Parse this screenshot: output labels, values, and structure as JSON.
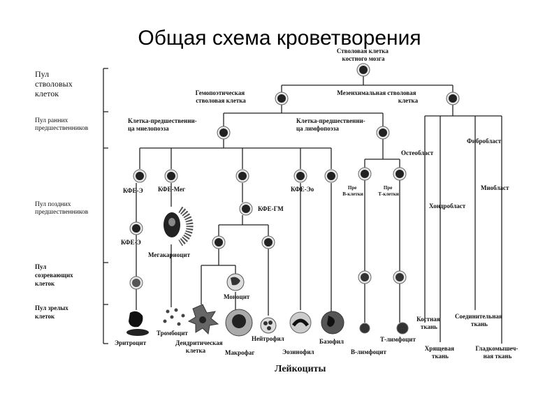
{
  "title": "Общая схема кроветворения",
  "pools": {
    "stem": [
      "Пул",
      "стволовых",
      "клеток"
    ],
    "early": [
      "Пул ранних",
      "предшественников"
    ],
    "late": [
      "Пул поздних",
      "предшественников"
    ],
    "maturing": [
      "Пул",
      "созревающих",
      "клеток"
    ],
    "mature": [
      "Пул зрелых",
      "клеток"
    ]
  },
  "labels": {
    "bm_stem": [
      "Стволовая клетка",
      "костного мозга"
    ],
    "hsc": [
      "Гемопоэтическая",
      "стволовая клетка"
    ],
    "msc": [
      "Мезенхимальная стволовая",
      "клетка"
    ],
    "myelo": [
      "Клетка-предшественни-",
      "ца миелопоэза"
    ],
    "lympho": [
      "Клетка-предшественни-",
      "ца лимфопоэза"
    ],
    "kfe_e": "КФЕ-Э",
    "kfe_meg": "КФЕ-Мег",
    "kfe_eo": "КФЕ-Эо",
    "pre_b": [
      "Пре",
      "В-клетки"
    ],
    "pre_t": [
      "Пре",
      "Т-клетки"
    ],
    "kfe_gm": "КФЕ-ГМ",
    "kfe_e2": "КФЕ-Э",
    "megakaryocyte": "Мегакариоцит",
    "monocyte": "Моноцит",
    "erythrocyte": "Эритроцит",
    "thrombocyte": "Тромбоцит",
    "dendritic": [
      "Дендритическая",
      "клетка"
    ],
    "macrophage": "Макрофаг",
    "neutrophil": "Нейтрофил",
    "eosinophil": "Эозинофил",
    "basophil": "Базофил",
    "b_lymph": "В-лимфоцит",
    "t_lymph": "Т-лимфоцит",
    "leukocytes": "Лейкоциты",
    "fibroblast": "Фибробласт",
    "osteoblast": "Остеобласт",
    "myoblast": "Миобласт",
    "chondroblast": "Хондробласт",
    "bone": [
      "Костная",
      "ткань"
    ],
    "connective": [
      "Соединительная",
      "ткань"
    ],
    "cartilage": [
      "Хрящевая",
      "ткань"
    ],
    "smooth_muscle": [
      "Гладкомышеч-",
      "ная ткань"
    ]
  }
}
